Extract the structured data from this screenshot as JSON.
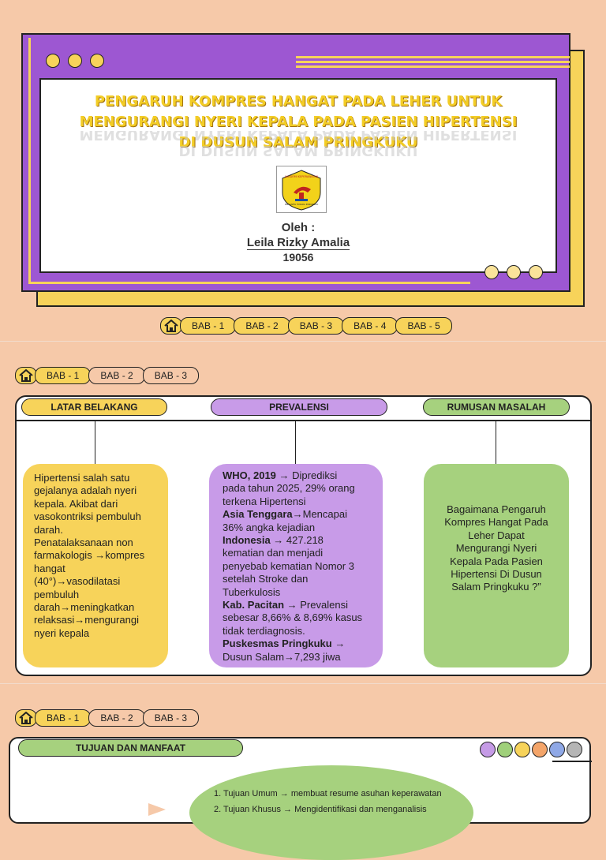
{
  "slide1": {
    "title_lines": [
      "PENGARUH KOMPRES HANGAT PADA LEHER UNTUK",
      "MENGURANGI NYERI KEPALA PADA PASIEN HIPERTENSI",
      "DI DUSUN SALAM PRINGKUKU"
    ],
    "logo_text_top": "AKADEMI KEPERAWATAN",
    "logo_text_bottom": "DWI SAPTA HUSADA PONOROGO",
    "by_label": "Oleh :",
    "author": "Leila Rizky Amalia",
    "student_id": "19056",
    "nav": {
      "tabs": [
        "BAB - 1",
        "BAB - 2",
        "BAB - 3",
        "BAB - 4",
        "BAB - 5"
      ]
    }
  },
  "slide2": {
    "nav": {
      "tabs": [
        "BAB - 1",
        "BAB - 2",
        "BAB - 3"
      ]
    },
    "headers": {
      "latar": "LATAR BELAKANG",
      "prevalensi": "PREVALENSI",
      "rumusan": "RUMUSAN MASALAH"
    },
    "latar_lines": [
      "Hipertensi salah satu",
      "gejalanya adalah nyeri",
      "kepala. Akibat dari",
      "vasokontriksi pembuluh",
      "darah.",
      "Penatalaksanaan non",
      "farmakologis →kompres",
      "hangat",
      "(40°)→vasodilatasi",
      "pembuluh",
      "darah→meningkatkan",
      "relaksasi→mengurangi",
      "nyeri kepala"
    ],
    "prevalensi": [
      {
        "bold": "WHO, 2019",
        "text": " → Diprediksi"
      },
      {
        "bold": "",
        "text": "pada tahun 2025, 29% orang"
      },
      {
        "bold": "",
        "text": "terkena Hipertensi"
      },
      {
        "bold": "Asia Tenggara",
        "text": "→Mencapai"
      },
      {
        "bold": "",
        "text": "36% angka kejadian"
      },
      {
        "bold": "Indonesia",
        "text": " → 427.218"
      },
      {
        "bold": "",
        "text": "kematian dan menjadi"
      },
      {
        "bold": "",
        "text": "penyebab kematian Nomor 3"
      },
      {
        "bold": "",
        "text": "setelah Stroke dan"
      },
      {
        "bold": "",
        "text": "Tuberkulosis"
      },
      {
        "bold": "Kab. Pacitan",
        "text": " → Prevalensi"
      },
      {
        "bold": "",
        "text": "sebesar 8,66% & 8,69% kasus"
      },
      {
        "bold": "",
        "text": "tidak terdiagnosis."
      },
      {
        "bold": "Puskesmas Pringkuku",
        "text": " →"
      },
      {
        "bold": "",
        "text": "Dusun Salam→7,293 jiwa"
      }
    ],
    "rumusan_lines": [
      "Bagaimana Pengaruh",
      "Kompres Hangat Pada",
      "Leher Dapat",
      "Mengurangi Nyeri",
      "Kepala Pada Pasien",
      "Hipertensi Di Dusun",
      "Salam Pringkuku ?”"
    ]
  },
  "slide3": {
    "nav": {
      "tabs": [
        "BAB - 1",
        "BAB - 2",
        "BAB - 3"
      ]
    },
    "header": "TUJUAN DAN MANFAAT",
    "item1": "1. Tujuan Umum → membuat resume asuhan keperawatan",
    "item2": "2. Tujuan Khusus → Mengidentifikasi dan menganalisis",
    "circle_colors": [
      "#c59be6",
      "#9fd07a",
      "#f7d35a",
      "#f4a56a",
      "#8fa8e6",
      "#b5b5b5"
    ]
  },
  "colors": {
    "yellow": "#f7d35a",
    "purple": "#9d57d2",
    "lavender": "#c89be8",
    "green": "#a6d17e",
    "peach": "#f6c9a9"
  }
}
